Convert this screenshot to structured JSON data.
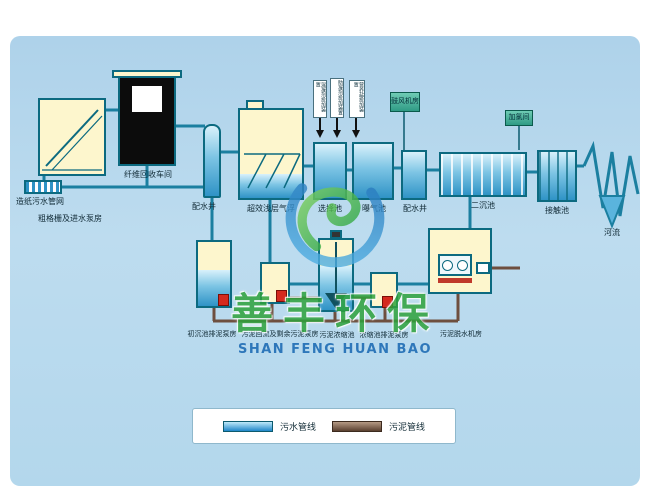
{
  "watermark": {
    "cn": "善丰环保",
    "en": "SHAN FENG HUAN BAO"
  },
  "stations": {
    "paper_network": "造纸污水管网",
    "coarse_screen": "粗格栅及进水泵房",
    "fiber_recovery": "纤维回收车间",
    "dist_well_1": "配水井",
    "air_flotation": "超效浅层气浮",
    "selection_tank": "选择池",
    "aeration_tank": "曝气池",
    "dist_well_2": "配水井",
    "secondary_clarifier": "二沉池",
    "contact_tank": "接触池",
    "river": "河流",
    "primary_sludge_pump": "初沉池排泥泵房",
    "sludge_return_pump": "污泥回流及剩余污泥泵房",
    "sludge_thickener": "污泥浓缩池",
    "thickener_sludge_pump": "浓缩池排泥泵房",
    "dewatering_room": "污泥脱水机房"
  },
  "dosing": {
    "d1": "混凝剂投加装置",
    "d2": "助凝剂投加装置",
    "d3": "营养盐投加装置",
    "blower_room": "鼓风机房",
    "chlorine_room": "加氯间"
  },
  "legend": {
    "sewage": "污水管线",
    "sludge": "污泥管线"
  },
  "colors": {
    "panel": "#b9d9ec",
    "sewage_pipe": "#1b7fa0",
    "sludge_pipe": "#6e4f3f",
    "watermark_green": "#2fa23c",
    "watermark_blue": "#1f6db5"
  }
}
